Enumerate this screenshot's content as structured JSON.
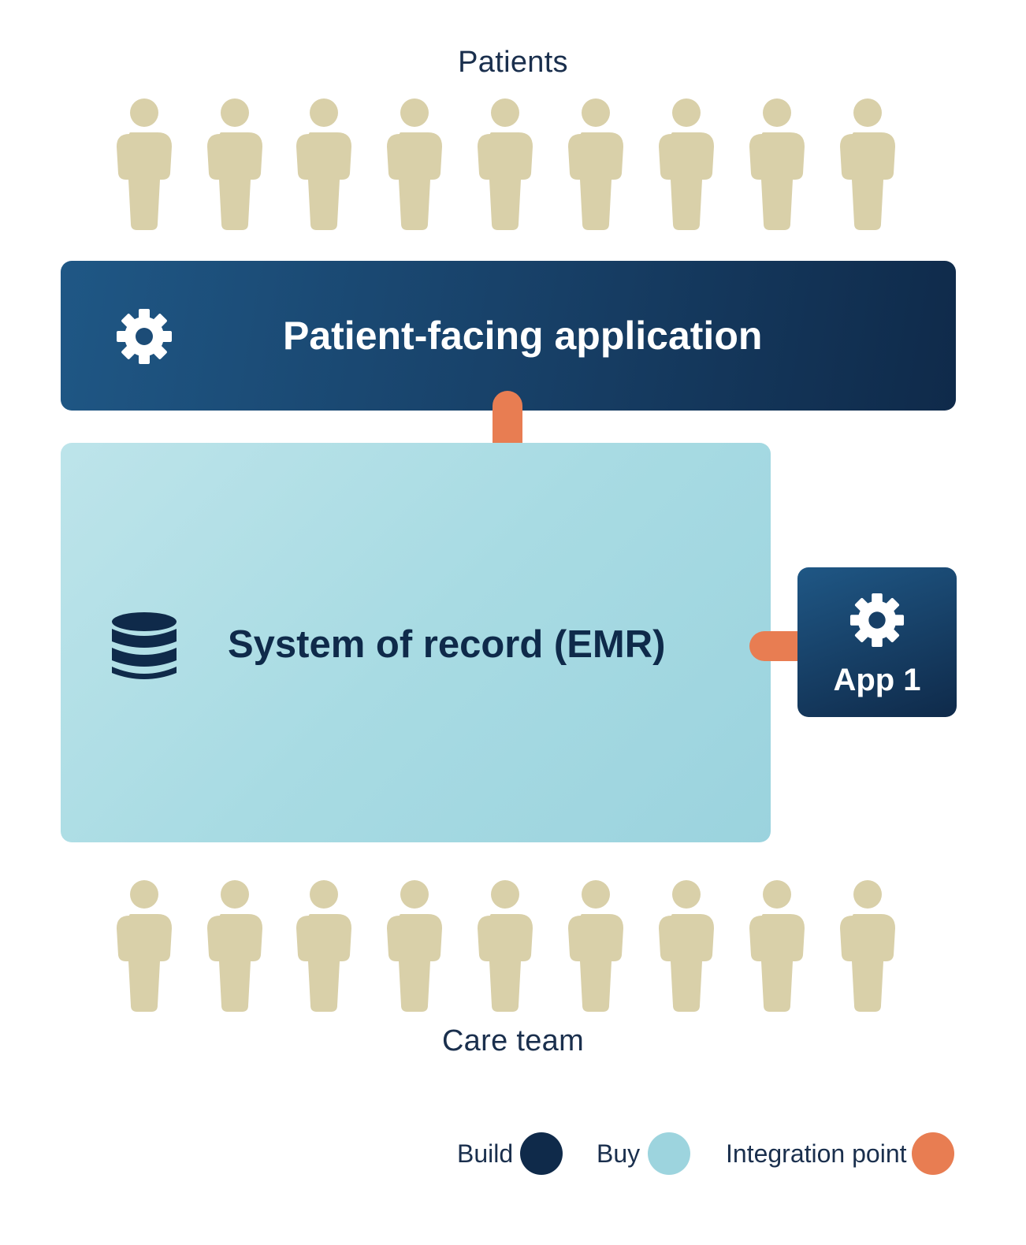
{
  "groups": {
    "patients_label": "Patients",
    "care_team_label": "Care team"
  },
  "boxes": {
    "patient_app": {
      "label": "Patient-facing application",
      "icon": "gear-icon"
    },
    "emr": {
      "label": "System of record (EMR)",
      "icon": "database-icon"
    },
    "app1": {
      "label": "App 1",
      "icon": "gear-icon"
    }
  },
  "legend": [
    {
      "label": "Build",
      "color": "#0f2a4a"
    },
    {
      "label": "Buy",
      "color": "#9dd4de"
    },
    {
      "label": "Integration point",
      "color": "#e87d52"
    }
  ],
  "colors": {
    "person": "#d9d0a9",
    "build": "#0f2a4a",
    "buy": "#9dd4de",
    "integration": "#e87d52"
  },
  "person_icon": "person-icon"
}
